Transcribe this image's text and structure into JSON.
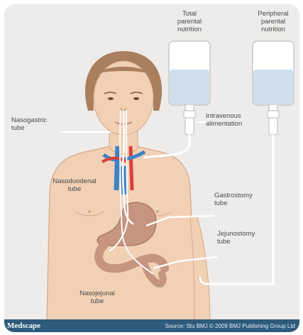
{
  "labels": {
    "tpn_bag": "Total\nparental\nnutrition",
    "ppn_bag": "Peripheral\nparental\nnutrition",
    "iv": "Intravenous\nalimentation",
    "ng": "Nasogastric\ntube",
    "nd": "Nasoduodenal\ntube",
    "gastrostomy": "Gastrostomy\ntube",
    "jejunostomy": "Jejunostomy\ntube",
    "nj": "Nasojejunal\ntube"
  },
  "footer": {
    "brand": "Medscape",
    "source": "Source: Stu BMJ © 2009 BMJ Publishing Group Ltd"
  },
  "colors": {
    "background": "#eeecea",
    "skin": "#f1d0b4",
    "hair": "#a97f5e",
    "fluid": "#cfe0ec",
    "organ": "#c59580",
    "vein": "#3f82c4",
    "artery": "#d9403a",
    "footer": "#2e5b7c"
  }
}
